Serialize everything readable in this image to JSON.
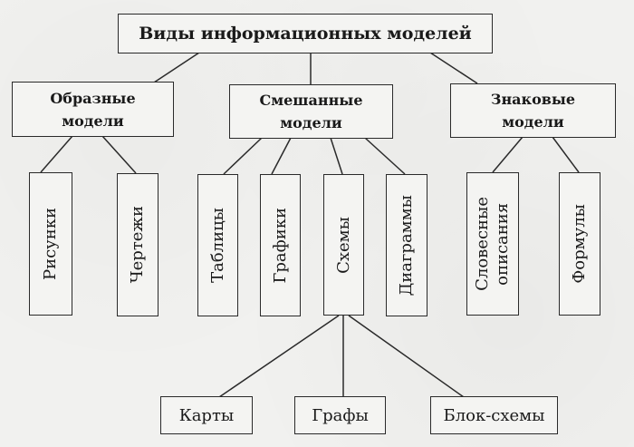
{
  "diagram": {
    "root": {
      "label": "Виды информационных моделей"
    },
    "categories": [
      {
        "line1": "Образные",
        "line2": "модели",
        "children": [
          {
            "label": "Рисунки"
          },
          {
            "label": "Чертежи"
          }
        ]
      },
      {
        "line1": "Смешанные",
        "line2": "модели",
        "children": [
          {
            "label": "Таблицы"
          },
          {
            "label": "Графики"
          },
          {
            "label": "Схемы"
          },
          {
            "label": "Диаграммы"
          }
        ]
      },
      {
        "line1": "Знаковые",
        "line2": "модели",
        "children": [
          {
            "line1": "Словесные",
            "line2": "описания"
          },
          {
            "label": "Формулы"
          }
        ]
      }
    ],
    "schemes_children": [
      {
        "label": "Карты"
      },
      {
        "label": "Графы"
      },
      {
        "label": "Блок-схемы"
      }
    ]
  },
  "colors": {
    "line": "#2a2a2a",
    "background": "#f1f1ef"
  }
}
